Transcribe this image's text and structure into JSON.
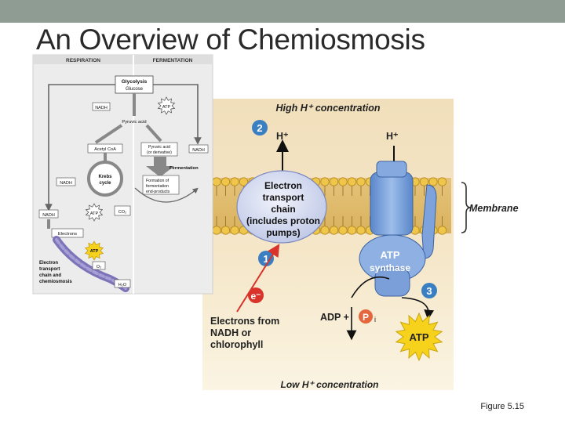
{
  "slide": {
    "title": "An Overview of Chemiosmosis",
    "caption": "Figure 5.15"
  },
  "inset": {
    "col_left": "RESPIRATION",
    "col_right": "FERMENTATION",
    "glycolysis": "Glycolysis",
    "glucose": "Glucose",
    "nadh": "NADH",
    "atp": "ATP",
    "pyruvic": "Pyruvic acid",
    "pyruvic_deriv_1": "Pyruvic acid",
    "pyruvic_deriv_2": "(or derivative)",
    "acetyl": "Acetyl CoA",
    "krebs_1": "Krebs",
    "krebs_2": "cycle",
    "fermentation": "Fermentation",
    "formation_1": "Formation of",
    "formation_2": "fermentation",
    "formation_3": "end-products",
    "co2": "CO₂",
    "electrons": "Electrons",
    "etc_1": "Electron",
    "etc_2": "transport",
    "etc_3": "chain and",
    "etc_4": "chemiosmosis",
    "o2": "O₂",
    "h2o": "H₂O"
  },
  "diagram": {
    "high_h": "High H⁺ concentration",
    "low_h": "Low H⁺ concentration",
    "step_1": "1",
    "step_2": "2",
    "step_3": "3",
    "h_plus": "H⁺",
    "etc_line1": "Electron",
    "etc_line2": "transport",
    "etc_line3": "chain",
    "etc_line4": "(includes proton",
    "etc_line5": "pumps)",
    "atp_synthase_1": "ATP",
    "atp_synthase_2": "synthase",
    "membrane": "Membrane",
    "electron": "e⁻",
    "electrons_from_1": "Electrons from",
    "electrons_from_2": "NADH or",
    "electrons_from_3": "chlorophyll",
    "adp": "ADP +",
    "p": "P",
    "pi_sub": "i",
    "atp_product": "ATP"
  },
  "colors": {
    "accent_red": "#d8342c",
    "step_blue": "#3a7fc2",
    "protein_blue": "#6f9ad8",
    "membrane_gold": "#e2b341",
    "atp_yellow": "#f6d21c"
  }
}
